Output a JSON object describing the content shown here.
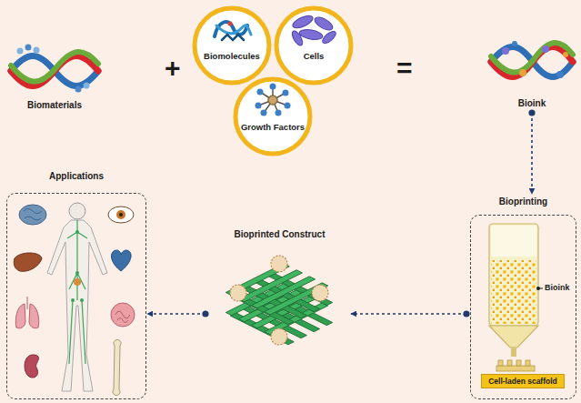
{
  "diagram": {
    "nodes": [
      {
        "text": [
          "Biomaterials"
        ]
      },
      {
        "text": [
          "Biomolecules"
        ]
      },
      {
        "text": [
          "Cells"
        ]
      },
      {
        "text": [
          "Growth Factors"
        ]
      },
      {
        "text": [
          "Bioink"
        ]
      },
      {
        "text": [
          "Bioprinting"
        ]
      },
      {
        "text": [
          "Cell-laden scaffold"
        ],
        "in": 5
      },
      {
        "text": [
          "Bioprinted Construct"
        ]
      },
      {
        "text": [
          "Applications"
        ]
      }
    ],
    "edges": [
      {
        "from": 4,
        "to": 5,
        "arrow": "to"
      },
      {
        "from": 5,
        "to": 7,
        "arrow": "to"
      },
      {
        "from": 7,
        "to": 8,
        "arrow": "to"
      }
    ],
    "labels": [
      "+",
      "=",
      "Bioink"
    ]
  }
}
